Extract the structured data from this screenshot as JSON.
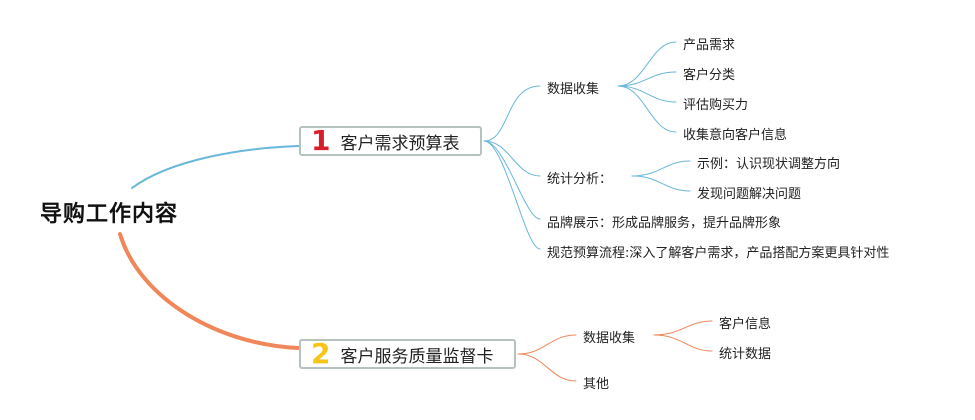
{
  "root": {
    "label": "导购工作内容"
  },
  "branches": [
    {
      "number": "1",
      "label": "客户需求预算表",
      "color": "#69b7d8",
      "children": [
        {
          "label": "数据收集",
          "children": [
            {
              "label": "产品需求"
            },
            {
              "label": "客户分类"
            },
            {
              "label": "评估购买力"
            },
            {
              "label": "收集意向客户信息"
            }
          ]
        },
        {
          "label": "统计分析：",
          "children": [
            {
              "label": "示例：认识现状调整方向"
            },
            {
              "label": "发现问题解决问题"
            }
          ]
        },
        {
          "label": "品牌展示：形成品牌服务，提升品牌形象"
        },
        {
          "label": "规范预算流程:深入了解客户需求，产品搭配方案更具针对性"
        }
      ]
    },
    {
      "number": "2",
      "label": "客户服务质量监督卡",
      "color": "#f0875a",
      "children": [
        {
          "label": "数据收集",
          "children": [
            {
              "label": "客户信息"
            },
            {
              "label": "统计数据"
            }
          ]
        },
        {
          "label": "其他"
        }
      ]
    }
  ]
}
